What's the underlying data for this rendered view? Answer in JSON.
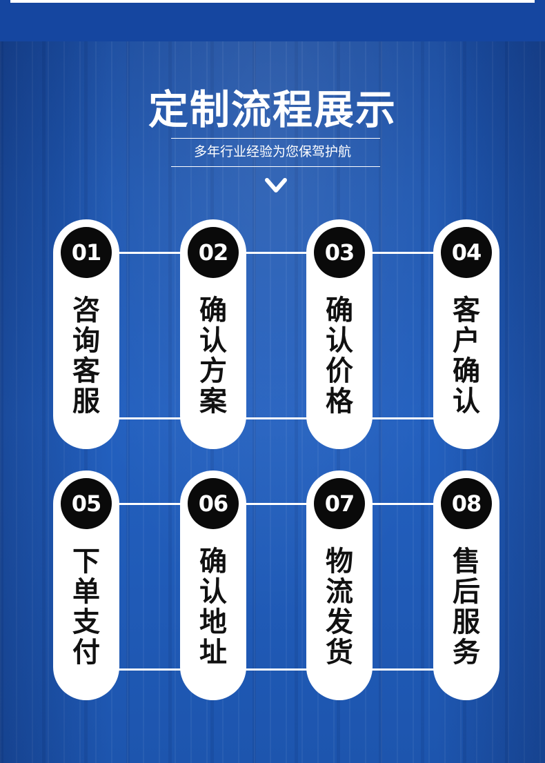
{
  "header": {
    "title": "定制流程展示",
    "subtitle": "多年行业经验为您保驾护航"
  },
  "steps": [
    {
      "number": "01",
      "label": "咨询客服"
    },
    {
      "number": "02",
      "label": "确认方案"
    },
    {
      "number": "03",
      "label": "确认价格"
    },
    {
      "number": "04",
      "label": "客户确认"
    },
    {
      "number": "05",
      "label": "下单支付"
    },
    {
      "number": "06",
      "label": "确认地址"
    },
    {
      "number": "07",
      "label": "物流发货"
    },
    {
      "number": "08",
      "label": "售后服务"
    }
  ],
  "colors": {
    "background": "#1f57b0",
    "card": "#ffffff",
    "badge": "#0a0a0a",
    "text_dark": "#111111",
    "text_light": "#ffffff"
  },
  "icons": {
    "down_chevron": "chevron-down-icon"
  }
}
